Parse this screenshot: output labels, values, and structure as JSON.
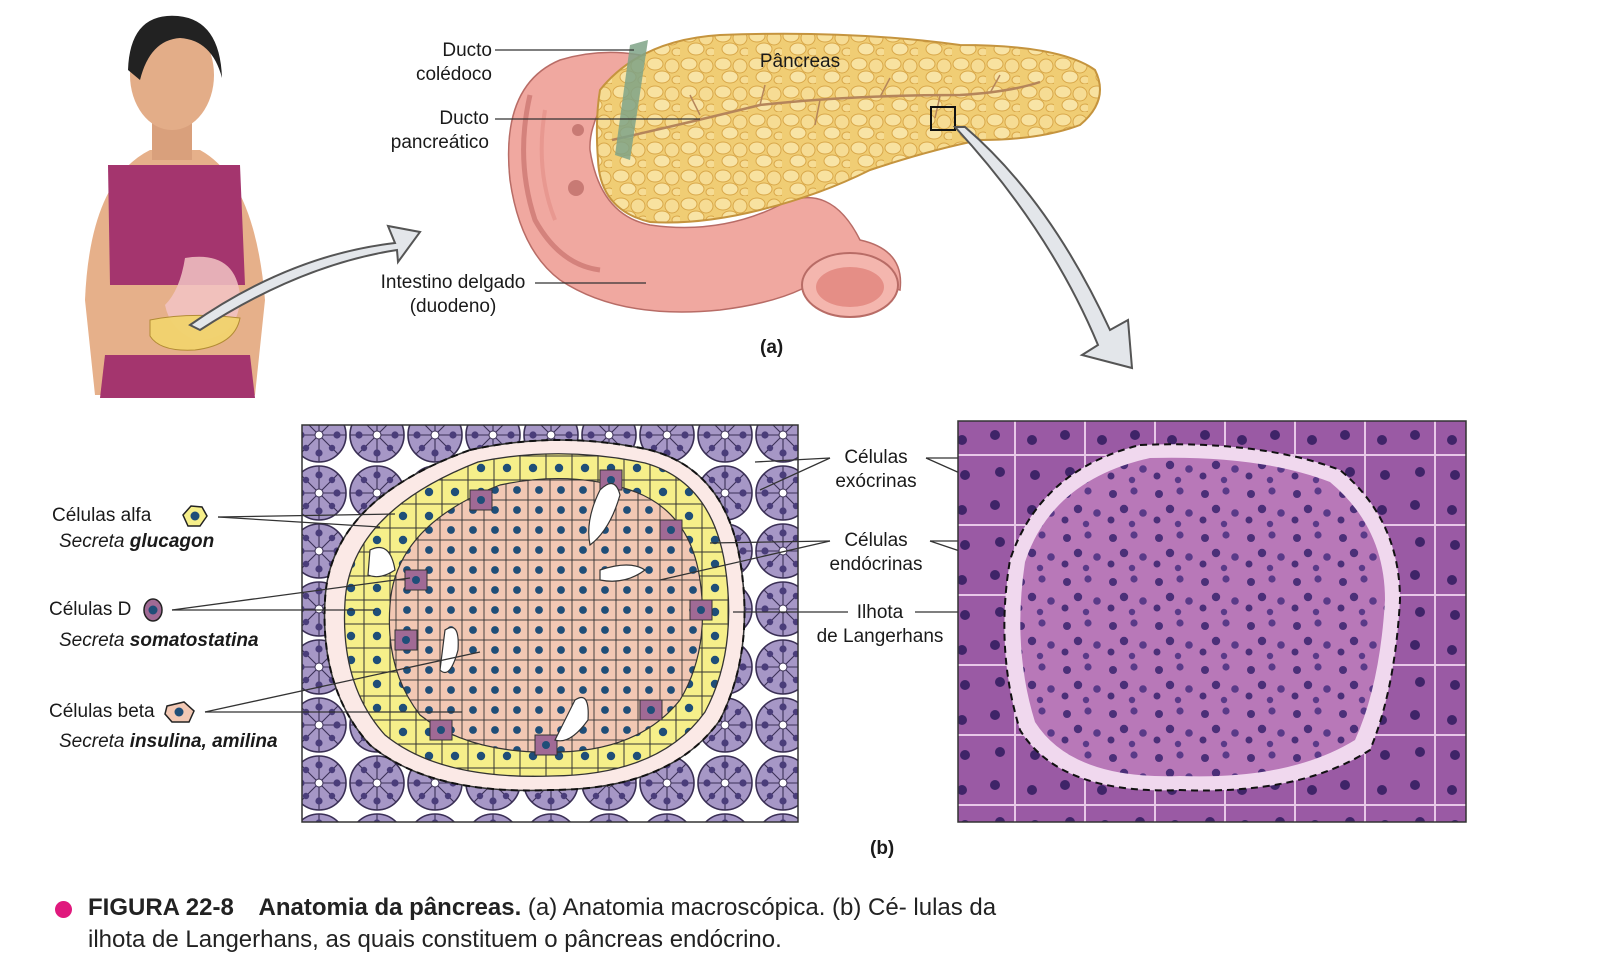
{
  "panel_a": {
    "labels": {
      "ducto_coledoco_1": "Ducto",
      "ducto_coledoco_2": "colédoco",
      "pancreas": "Pâncreas",
      "ducto_pancreatico_1": "Ducto",
      "ducto_pancreatico_2": "pancreático",
      "intestino_1": "Intestino delgado",
      "intestino_2": "(duodeno)"
    },
    "tag": "(a)"
  },
  "panel_b": {
    "left_labels": {
      "alfa_name": "Células alfa",
      "alfa_secreta_prefix": "Secreta",
      "alfa_secreta_hormone": "glucagon",
      "d_name": "Células D",
      "d_secreta_prefix": "Secreta",
      "d_secreta_hormone": "somatostatina",
      "beta_name": "Células beta",
      "beta_secreta_prefix": "Secreta",
      "beta_secreta_hormone": "insulina, amilina"
    },
    "middle_labels": {
      "exocrinas_1": "Células",
      "exocrinas_2": "exócrinas",
      "endocrinas_1": "Células",
      "endocrinas_2": "endócrinas",
      "ilhota_1": "Ilhota",
      "ilhota_2": "de Langerhans"
    },
    "tag": "(b)"
  },
  "caption": {
    "figure_number": "FIGURA 22-8",
    "title": "Anatomia da pâncreas.",
    "text": "(a) Anatomia macroscópica. (b) Cé- lulas da ilhota de Langerhans, as quais constituem o pâncreas endócrino."
  },
  "colors": {
    "accent_dot": "#e0197d",
    "alpha_cell": "#f5ee86",
    "beta_cell": "#f2c9b5",
    "d_cell": "#a06a95",
    "exocrine_cell": "#a496c4",
    "nucleus": "#1f4e78",
    "pancreas": "#f3d27a",
    "duodenum": "#f0a8a0",
    "micrograph": "#b372b3"
  }
}
